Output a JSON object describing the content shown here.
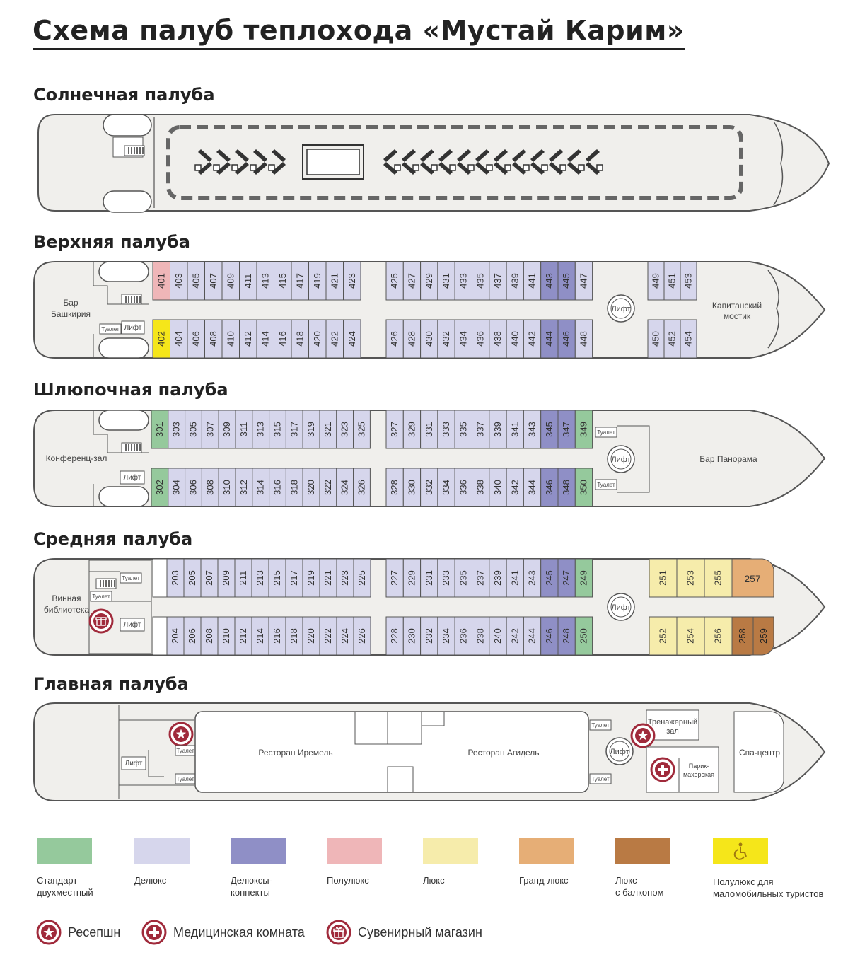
{
  "title": "Схема палуб теплохода «Мустай Карим»",
  "colors": {
    "standard": "#95c99c",
    "deluxe": "#d6d6ec",
    "deluxe_connect": "#8f8fc6",
    "semi_lux": "#efb6b8",
    "lux": "#f6ecab",
    "grand_lux": "#e6ae76",
    "lux_balcony": "#b97a44",
    "accessible": "#f5e61a",
    "accent": "#a02a3b",
    "hull_fill": "#f0efec",
    "outline": "#555555"
  },
  "decks": {
    "sun": {
      "title": "Солнечная палуба"
    },
    "upper": {
      "title": "Верхняя палуба",
      "labels": {
        "bar": "Бар",
        "bar2": "Башкирия",
        "toilet": "Туалет",
        "lift": "Лифт",
        "lift_center": "Лифт",
        "bridge": "Капитанский",
        "bridge2": "мостик"
      },
      "top_a": [
        {
          "n": "401",
          "t": "semi_lux"
        },
        {
          "n": "403",
          "t": "deluxe"
        },
        {
          "n": "405",
          "t": "deluxe"
        },
        {
          "n": "407",
          "t": "deluxe"
        },
        {
          "n": "409",
          "t": "deluxe"
        },
        {
          "n": "411",
          "t": "deluxe"
        },
        {
          "n": "413",
          "t": "deluxe"
        },
        {
          "n": "415",
          "t": "deluxe"
        },
        {
          "n": "417",
          "t": "deluxe"
        },
        {
          "n": "419",
          "t": "deluxe"
        },
        {
          "n": "421",
          "t": "deluxe"
        },
        {
          "n": "423",
          "t": "deluxe"
        }
      ],
      "bot_a": [
        {
          "n": "402",
          "t": "accessible"
        },
        {
          "n": "404",
          "t": "deluxe"
        },
        {
          "n": "406",
          "t": "deluxe"
        },
        {
          "n": "408",
          "t": "deluxe"
        },
        {
          "n": "410",
          "t": "deluxe"
        },
        {
          "n": "412",
          "t": "deluxe"
        },
        {
          "n": "414",
          "t": "deluxe"
        },
        {
          "n": "416",
          "t": "deluxe"
        },
        {
          "n": "418",
          "t": "deluxe"
        },
        {
          "n": "420",
          "t": "deluxe"
        },
        {
          "n": "422",
          "t": "deluxe"
        },
        {
          "n": "424",
          "t": "deluxe"
        }
      ],
      "top_b": [
        {
          "n": "425",
          "t": "deluxe"
        },
        {
          "n": "427",
          "t": "deluxe"
        },
        {
          "n": "429",
          "t": "deluxe"
        },
        {
          "n": "431",
          "t": "deluxe"
        },
        {
          "n": "433",
          "t": "deluxe"
        },
        {
          "n": "435",
          "t": "deluxe"
        },
        {
          "n": "437",
          "t": "deluxe"
        },
        {
          "n": "439",
          "t": "deluxe"
        },
        {
          "n": "441",
          "t": "deluxe"
        },
        {
          "n": "443",
          "t": "deluxe_connect"
        },
        {
          "n": "445",
          "t": "deluxe_connect"
        },
        {
          "n": "447",
          "t": "deluxe"
        }
      ],
      "bot_b": [
        {
          "n": "426",
          "t": "deluxe"
        },
        {
          "n": "428",
          "t": "deluxe"
        },
        {
          "n": "430",
          "t": "deluxe"
        },
        {
          "n": "432",
          "t": "deluxe"
        },
        {
          "n": "434",
          "t": "deluxe"
        },
        {
          "n": "436",
          "t": "deluxe"
        },
        {
          "n": "438",
          "t": "deluxe"
        },
        {
          "n": "440",
          "t": "deluxe"
        },
        {
          "n": "442",
          "t": "deluxe"
        },
        {
          "n": "444",
          "t": "deluxe_connect"
        },
        {
          "n": "446",
          "t": "deluxe_connect"
        },
        {
          "n": "448",
          "t": "deluxe"
        }
      ],
      "top_c": [
        {
          "n": "449",
          "t": "deluxe"
        },
        {
          "n": "451",
          "t": "deluxe"
        },
        {
          "n": "453",
          "t": "deluxe"
        }
      ],
      "bot_c": [
        {
          "n": "450",
          "t": "deluxe"
        },
        {
          "n": "452",
          "t": "deluxe"
        },
        {
          "n": "454",
          "t": "deluxe"
        }
      ]
    },
    "boat": {
      "title": "Шлюпочная палуба",
      "labels": {
        "conference": "Конференц-зал",
        "lift": "Лифт",
        "lift_center": "Лифт",
        "toilet_top": "Туалет",
        "toilet_bot": "Туалет",
        "bar": "Бар Панорама"
      },
      "top_a": [
        {
          "n": "301",
          "t": "standard"
        },
        {
          "n": "303",
          "t": "deluxe"
        },
        {
          "n": "305",
          "t": "deluxe"
        },
        {
          "n": "307",
          "t": "deluxe"
        },
        {
          "n": "309",
          "t": "deluxe"
        },
        {
          "n": "311",
          "t": "deluxe"
        },
        {
          "n": "313",
          "t": "deluxe"
        },
        {
          "n": "315",
          "t": "deluxe"
        },
        {
          "n": "317",
          "t": "deluxe"
        },
        {
          "n": "319",
          "t": "deluxe"
        },
        {
          "n": "321",
          "t": "deluxe"
        },
        {
          "n": "323",
          "t": "deluxe"
        },
        {
          "n": "325",
          "t": "deluxe"
        }
      ],
      "bot_a": [
        {
          "n": "302",
          "t": "standard"
        },
        {
          "n": "304",
          "t": "deluxe"
        },
        {
          "n": "306",
          "t": "deluxe"
        },
        {
          "n": "308",
          "t": "deluxe"
        },
        {
          "n": "310",
          "t": "deluxe"
        },
        {
          "n": "312",
          "t": "deluxe"
        },
        {
          "n": "314",
          "t": "deluxe"
        },
        {
          "n": "316",
          "t": "deluxe"
        },
        {
          "n": "318",
          "t": "deluxe"
        },
        {
          "n": "320",
          "t": "deluxe"
        },
        {
          "n": "322",
          "t": "deluxe"
        },
        {
          "n": "324",
          "t": "deluxe"
        },
        {
          "n": "326",
          "t": "deluxe"
        }
      ],
      "top_b": [
        {
          "n": "327",
          "t": "deluxe"
        },
        {
          "n": "329",
          "t": "deluxe"
        },
        {
          "n": "331",
          "t": "deluxe"
        },
        {
          "n": "333",
          "t": "deluxe"
        },
        {
          "n": "335",
          "t": "deluxe"
        },
        {
          "n": "337",
          "t": "deluxe"
        },
        {
          "n": "339",
          "t": "deluxe"
        },
        {
          "n": "341",
          "t": "deluxe"
        },
        {
          "n": "343",
          "t": "deluxe"
        },
        {
          "n": "345",
          "t": "deluxe_connect"
        },
        {
          "n": "347",
          "t": "deluxe_connect"
        },
        {
          "n": "349",
          "t": "standard"
        }
      ],
      "bot_b": [
        {
          "n": "328",
          "t": "deluxe"
        },
        {
          "n": "330",
          "t": "deluxe"
        },
        {
          "n": "332",
          "t": "deluxe"
        },
        {
          "n": "334",
          "t": "deluxe"
        },
        {
          "n": "336",
          "t": "deluxe"
        },
        {
          "n": "338",
          "t": "deluxe"
        },
        {
          "n": "340",
          "t": "deluxe"
        },
        {
          "n": "342",
          "t": "deluxe"
        },
        {
          "n": "344",
          "t": "deluxe"
        },
        {
          "n": "346",
          "t": "deluxe_connect"
        },
        {
          "n": "348",
          "t": "deluxe_connect"
        },
        {
          "n": "350",
          "t": "standard"
        }
      ]
    },
    "middle": {
      "title": "Средняя палуба",
      "labels": {
        "library": "Винная",
        "library2": "библиотека",
        "toilet1": "Туалет",
        "toilet2": "Туалет",
        "lift": "Лифт",
        "lift_center": "Лифт"
      },
      "top_a": [
        {
          "n": "203",
          "t": "deluxe"
        },
        {
          "n": "205",
          "t": "deluxe"
        },
        {
          "n": "207",
          "t": "deluxe"
        },
        {
          "n": "209",
          "t": "deluxe"
        },
        {
          "n": "211",
          "t": "deluxe"
        },
        {
          "n": "213",
          "t": "deluxe"
        },
        {
          "n": "215",
          "t": "deluxe"
        },
        {
          "n": "217",
          "t": "deluxe"
        },
        {
          "n": "219",
          "t": "deluxe"
        },
        {
          "n": "221",
          "t": "deluxe"
        },
        {
          "n": "223",
          "t": "deluxe"
        },
        {
          "n": "225",
          "t": "deluxe"
        }
      ],
      "bot_a": [
        {
          "n": "204",
          "t": "deluxe"
        },
        {
          "n": "206",
          "t": "deluxe"
        },
        {
          "n": "208",
          "t": "deluxe"
        },
        {
          "n": "210",
          "t": "deluxe"
        },
        {
          "n": "212",
          "t": "deluxe"
        },
        {
          "n": "214",
          "t": "deluxe"
        },
        {
          "n": "216",
          "t": "deluxe"
        },
        {
          "n": "218",
          "t": "deluxe"
        },
        {
          "n": "220",
          "t": "deluxe"
        },
        {
          "n": "222",
          "t": "deluxe"
        },
        {
          "n": "224",
          "t": "deluxe"
        },
        {
          "n": "226",
          "t": "deluxe"
        }
      ],
      "top_b": [
        {
          "n": "227",
          "t": "deluxe"
        },
        {
          "n": "229",
          "t": "deluxe"
        },
        {
          "n": "231",
          "t": "deluxe"
        },
        {
          "n": "233",
          "t": "deluxe"
        },
        {
          "n": "235",
          "t": "deluxe"
        },
        {
          "n": "237",
          "t": "deluxe"
        },
        {
          "n": "239",
          "t": "deluxe"
        },
        {
          "n": "241",
          "t": "deluxe"
        },
        {
          "n": "243",
          "t": "deluxe"
        },
        {
          "n": "245",
          "t": "deluxe_connect"
        },
        {
          "n": "247",
          "t": "deluxe_connect"
        },
        {
          "n": "249",
          "t": "standard"
        }
      ],
      "bot_b": [
        {
          "n": "228",
          "t": "deluxe"
        },
        {
          "n": "230",
          "t": "deluxe"
        },
        {
          "n": "232",
          "t": "deluxe"
        },
        {
          "n": "234",
          "t": "deluxe"
        },
        {
          "n": "236",
          "t": "deluxe"
        },
        {
          "n": "238",
          "t": "deluxe"
        },
        {
          "n": "240",
          "t": "deluxe"
        },
        {
          "n": "242",
          "t": "deluxe"
        },
        {
          "n": "244",
          "t": "deluxe"
        },
        {
          "n": "246",
          "t": "deluxe_connect"
        },
        {
          "n": "248",
          "t": "deluxe_connect"
        },
        {
          "n": "250",
          "t": "standard"
        }
      ],
      "lux_top": [
        {
          "n": "251",
          "t": "lux"
        },
        {
          "n": "253",
          "t": "lux"
        },
        {
          "n": "255",
          "t": "lux"
        }
      ],
      "lux_bot": [
        {
          "n": "252",
          "t": "lux"
        },
        {
          "n": "254",
          "t": "lux"
        },
        {
          "n": "256",
          "t": "lux"
        }
      ],
      "grand": {
        "n": "257",
        "t": "grand_lux"
      },
      "balcony": [
        {
          "n": "258",
          "t": "lux_balcony"
        },
        {
          "n": "259",
          "t": "lux_balcony"
        }
      ]
    },
    "main": {
      "title": "Главная палуба",
      "labels": {
        "lift": "Лифт",
        "toilet1": "Туалет",
        "toilet2": "Туалет",
        "restaurant1": "Ресторан Иремель",
        "restaurant2": "Ресторан Агидель",
        "toilet3": "Туалет",
        "toilet4": "Туалет",
        "lift_center": "Лифт",
        "gym": "Тренажерный",
        "gym2": "зал",
        "hair": "Парик-",
        "hair2": "махерская",
        "spa": "Спа-центр"
      }
    }
  },
  "legend": [
    {
      "key": "standard",
      "label": "Стандарт\nдвухместный"
    },
    {
      "key": "deluxe",
      "label": "Делюкс"
    },
    {
      "key": "deluxe_connect",
      "label": "Делюксы-\nконнекты"
    },
    {
      "key": "semi_lux",
      "label": "Полулюкс"
    },
    {
      "key": "lux",
      "label": "Люкс"
    },
    {
      "key": "grand_lux",
      "label": "Гранд-люкс"
    },
    {
      "key": "lux_balcony",
      "label": "Люкс\nс балконом"
    },
    {
      "key": "accessible",
      "label": "Полулюкс для\nмаломобильных туристов",
      "icon": "wheelchair-icon"
    }
  ],
  "legend_icons": [
    {
      "icon": "star-icon",
      "label": "Ресепшн"
    },
    {
      "icon": "medical-cross-icon",
      "label": "Медицинская комната"
    },
    {
      "icon": "gift-icon",
      "label": "Сувенирный магазин"
    }
  ]
}
